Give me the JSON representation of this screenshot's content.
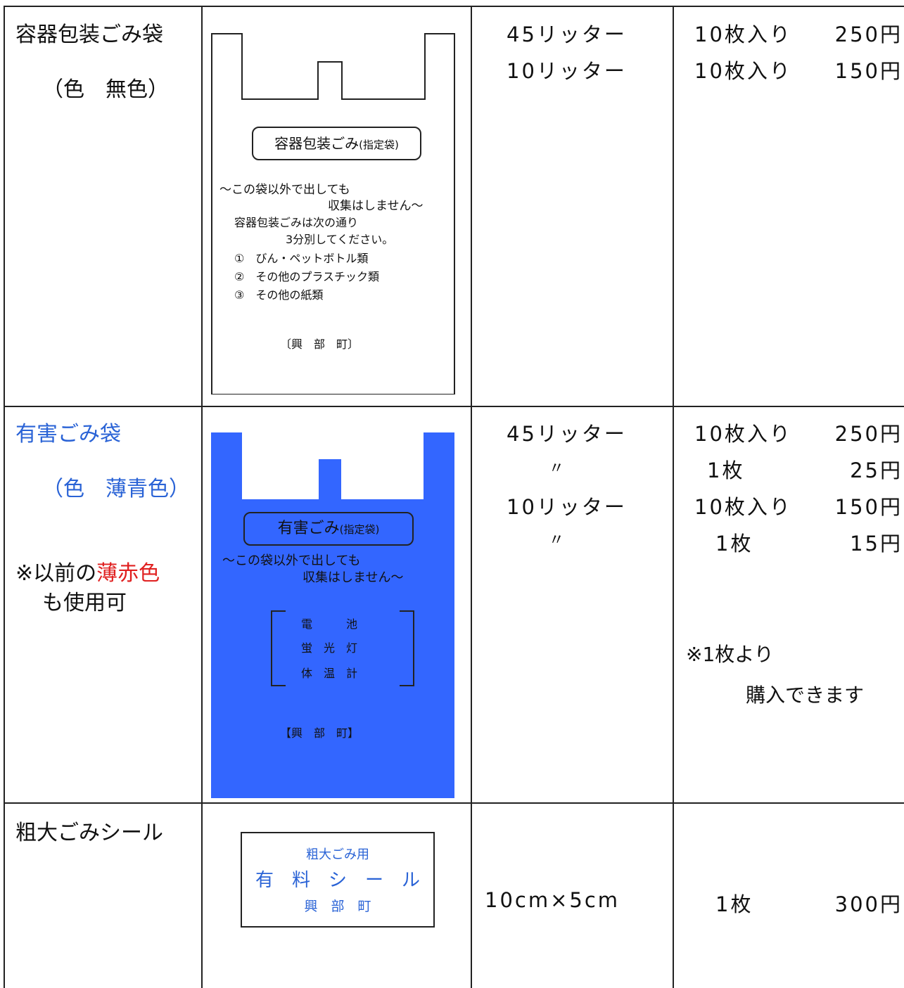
{
  "colors": {
    "blue_text": "#2a63d6",
    "red_text": "#e02020",
    "bag_blue": "#3366ff",
    "line": "#222222"
  },
  "rows": [
    {
      "label": "容器包装ごみ袋",
      "color_note": "（色　無色）",
      "bag": {
        "title": "容器包装ごみ",
        "title_suffix": "(指定袋)",
        "notice_1": "～この袋以外で出しても",
        "notice_2": "収集はしません～",
        "instr_1": "容器包装ごみは次の通り",
        "instr_2": "3分別してください。",
        "item_1": "①　びん・ペットボトル類",
        "item_2": "②　その他のプラスチック類",
        "item_3": "③　その他の紙類",
        "town": "〔興　部　町〕"
      },
      "sizes": [
        "45リッター",
        "10リッター"
      ],
      "prices": [
        {
          "qty": "10枚入り",
          "price": "250円"
        },
        {
          "qty": "10枚入り",
          "price": "150円"
        }
      ]
    },
    {
      "label": "有害ごみ袋",
      "color_note": "（色　薄青色）",
      "note_prefix": "※以前の",
      "note_red": "薄赤色",
      "note_line2": "も使用可",
      "bag": {
        "title": "有害ごみ",
        "title_suffix": "(指定袋)",
        "notice_1": "～この袋以外で出しても",
        "notice_2": "収集はしません～",
        "items": [
          "電　　　池",
          "蛍　光　灯",
          "体　温　計"
        ],
        "town": "【興　部　町】"
      },
      "sizes": [
        "45リッター",
        "〃",
        "10リッター",
        "〃"
      ],
      "prices": [
        {
          "qty": "10枚入り",
          "price": "250円"
        },
        {
          "qty": "1枚",
          "price": "25円"
        },
        {
          "qty": "10枚入り",
          "price": "150円"
        },
        {
          "qty": "1枚",
          "price": "15円"
        }
      ],
      "extra_1": "※1枚より",
      "extra_2": "購入できます"
    },
    {
      "label": "粗大ごみシール",
      "sticker": {
        "line_1": "粗大ごみ用",
        "line_2": "有　料　シ　ー　ル",
        "line_3": "興　部　町"
      },
      "sizes": [
        "10cm×5cm"
      ],
      "prices": [
        {
          "qty": "1枚",
          "price": "300円"
        }
      ]
    }
  ]
}
